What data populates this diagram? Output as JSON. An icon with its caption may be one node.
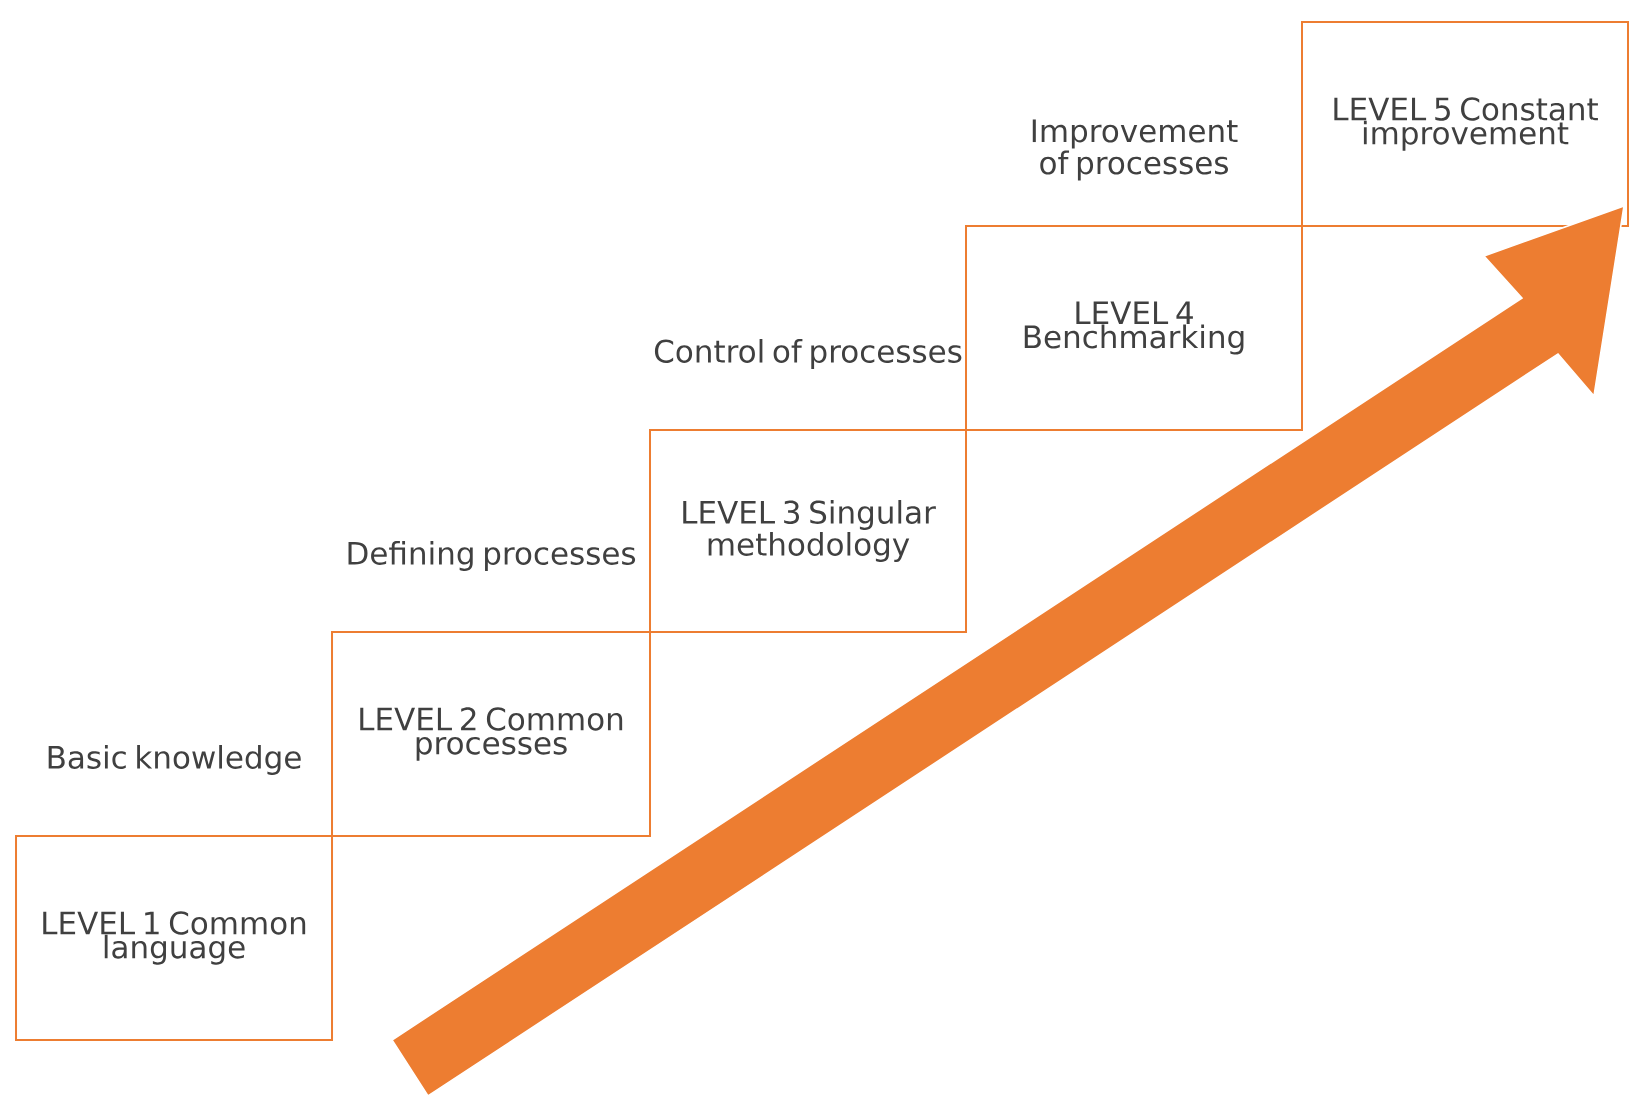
{
  "diagram": {
    "nodes": [
      {
        "text": [
          "Basic knowledge",
          "LEVEL 1 Common language"
        ]
      },
      {
        "text": [
          "Defining processes",
          "LEVEL 2 Common processes"
        ]
      },
      {
        "text": [
          "Control of processes",
          "LEVEL 3 Singular methodology"
        ]
      },
      {
        "text": [
          "Improvement of processes",
          "LEVEL 4 Benchmarking"
        ]
      },
      {
        "text": [
          "LEVEL 5 Constant improvement"
        ]
      }
    ]
  }
}
